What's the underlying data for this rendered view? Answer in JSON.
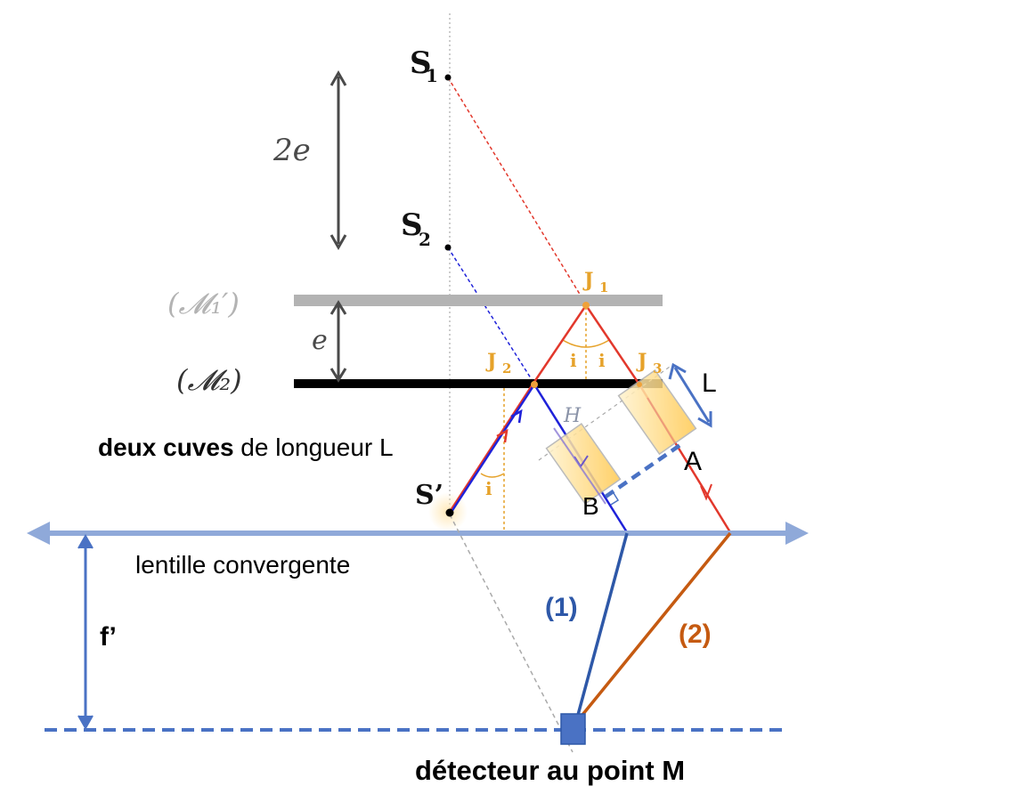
{
  "labels": {
    "s1": "S",
    "s1_sub": "1",
    "s2": "S",
    "s2_sub": "2",
    "s_prime": "S’",
    "two_e": "2e",
    "e": "e",
    "m1_prime": "(𝓜₁′)",
    "m2": "(𝓜₂)",
    "j1": "J",
    "j1_sub": "1",
    "j2": "J",
    "j2_sub": "2",
    "j3": "J",
    "j3_sub": "3",
    "h": "H",
    "i_left": "i",
    "i_right": "i",
    "i_bottom": "i",
    "L": "L",
    "A": "A",
    "B": "B",
    "cuves_bold": "deux cuves",
    "cuves_rest": " de longueur L",
    "lentille": "lentille convergente",
    "f_prime": "f’",
    "ray1": "(1)",
    "ray2": "(2)",
    "detecteur": "détecteur au point M"
  },
  "colors": {
    "blue_ray": "#1f22d9",
    "red_ray": "#e2382c",
    "lens": "#8fa9d9",
    "blue_dark": "#2e58a8",
    "blue_mid": "#4a72c4",
    "orange": "#c55a11",
    "label_blue": "#2e58a8",
    "label_orange": "#c55a11",
    "yellow_label": "#e6a22a",
    "mirror_gray": "#b3b3b3",
    "cuve_fill": "#ffd77a"
  }
}
